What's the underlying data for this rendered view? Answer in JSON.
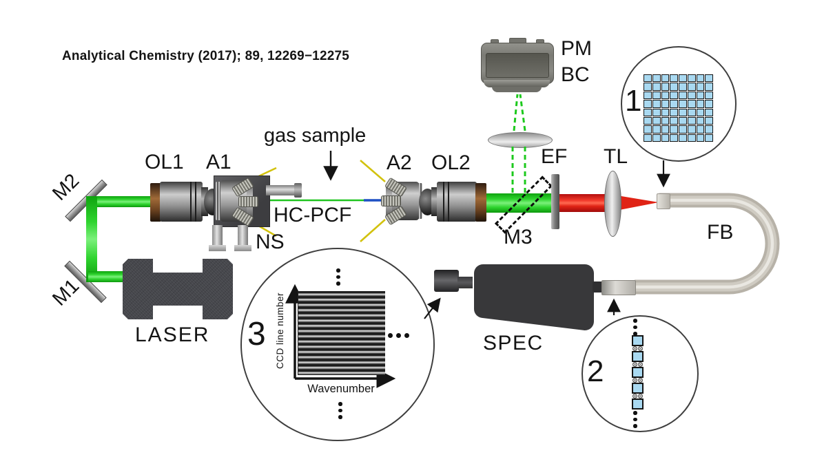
{
  "citation": "Analytical Chemistry (2017); 89, 12269−12275",
  "labels": {
    "pm": "PM",
    "bc": "BC",
    "ol1": "OL1",
    "a1": "A1",
    "gas_sample": "gas sample",
    "a2": "A2",
    "ol2": "OL2",
    "ef": "EF",
    "tl": "TL",
    "m1": "M1",
    "m2": "M2",
    "m3": "M3",
    "ns": "NS",
    "hc_pcf": "HC-PCF",
    "fb": "FB",
    "spec": "SPEC",
    "laser": "LASER"
  },
  "insets": [
    {
      "number": "1",
      "description": "fiber bundle input face",
      "grid_rows": 8,
      "grid_cols": 8
    },
    {
      "number": "2",
      "description": "fiber bundle output line",
      "fiber_count": 5
    },
    {
      "number": "3",
      "description": "CCD detector image",
      "xlabel": "Wavenumber",
      "ylabel": "CCD line number"
    }
  ],
  "colors": {
    "pump_beam_green": "#2fd42f",
    "raman_beam_red": "#e02315",
    "fiber_core_blue": "#1d4fc4",
    "needle_yellow": "#d2c20e",
    "bundle_cell_blue": "#a9d9f1",
    "background": "#ffffff"
  }
}
